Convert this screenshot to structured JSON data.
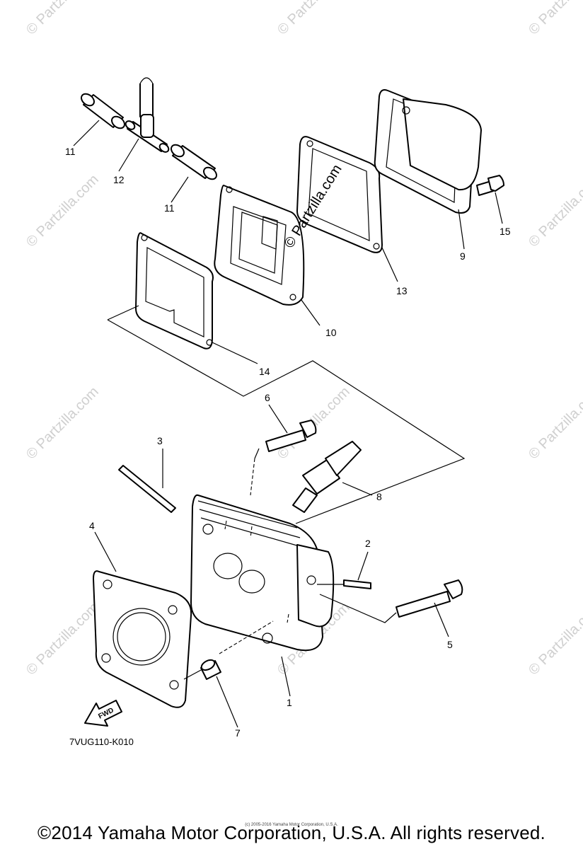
{
  "diagram": {
    "callouts": [
      "1",
      "2",
      "3",
      "4",
      "5",
      "6",
      "7",
      "8",
      "9",
      "10",
      "11",
      "11",
      "12",
      "13",
      "14",
      "15"
    ],
    "direction_arrow": "FWD",
    "part_code": "7VUG110-K010",
    "watermark": "© Partzilla.com",
    "center_watermark": "© Partzilla.com"
  },
  "footer": {
    "copyright": "©2014 Yamaha Motor Corporation, U.S.A. All rights reserved.",
    "fineprint": "(c) 2005-2016 Yamaha Motor Corporation, U.S.A."
  }
}
